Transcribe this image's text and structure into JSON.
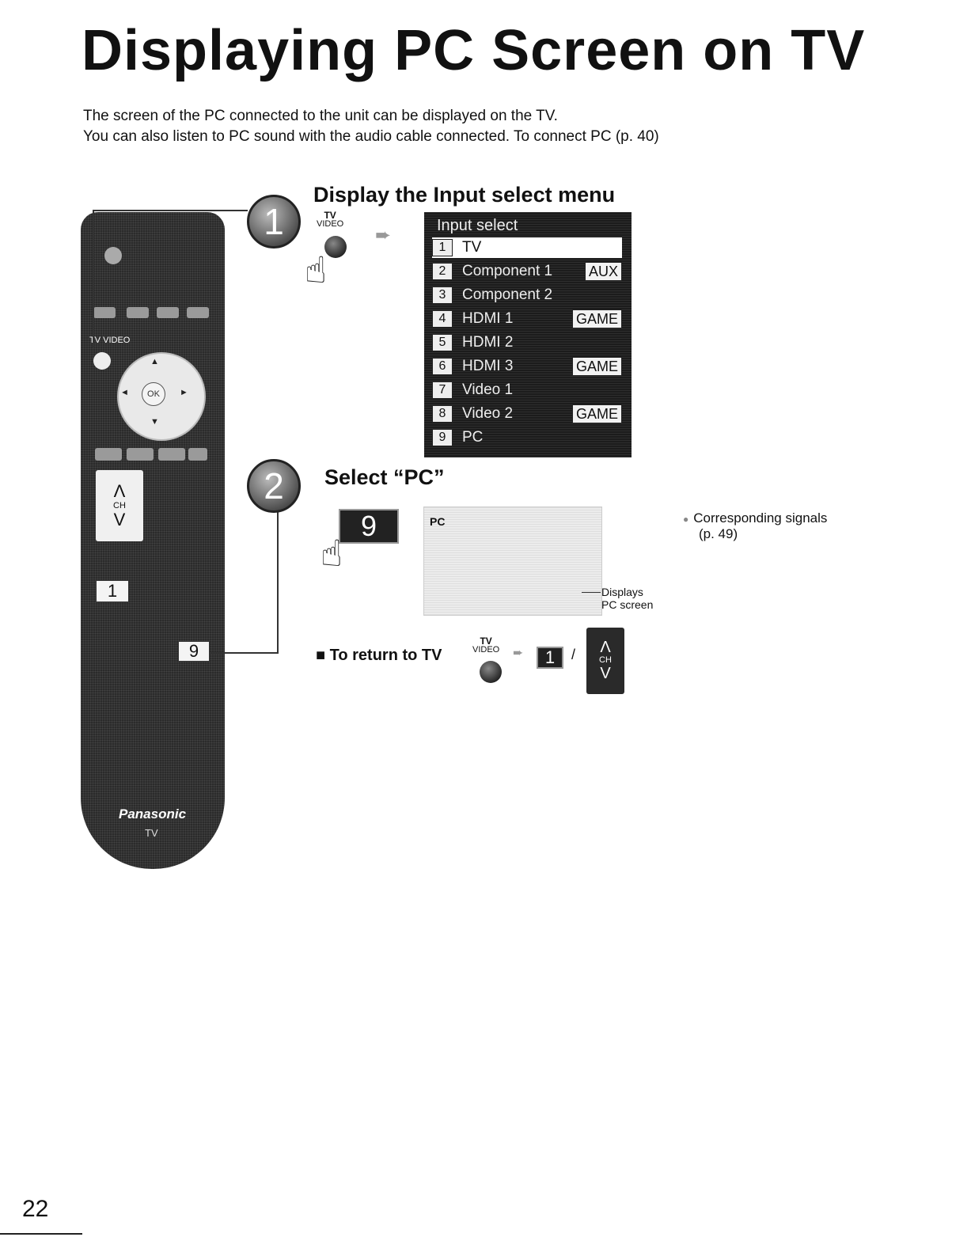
{
  "title": "Displaying PC Screen on TV",
  "intro": [
    "The screen of the PC connected to the unit can be displayed on the TV.",
    "You can also listen to PC sound with the audio cable connected. To connect PC (p. 40)"
  ],
  "steps": [
    {
      "number": "1",
      "title": "Display the Input select menu"
    },
    {
      "number": "2",
      "title": "Select “PC”"
    }
  ],
  "remote": {
    "tv_video_label": "TV VIDEO",
    "ok_label": "OK",
    "ch_label": "CH",
    "ch_up": "Λ",
    "ch_down": "V",
    "key_1": "1",
    "key_9": "9",
    "brand": "Panasonic",
    "model_label": "TV"
  },
  "tv_video_button": {
    "top": "TV",
    "bottom": "VIDEO"
  },
  "input_select": {
    "title": "Input select",
    "items": [
      {
        "num": "1",
        "label": "TV",
        "tag": "",
        "selected": true
      },
      {
        "num": "2",
        "label": "Component 1",
        "tag": "AUX"
      },
      {
        "num": "3",
        "label": "Component 2",
        "tag": ""
      },
      {
        "num": "4",
        "label": "HDMI 1",
        "tag": "GAME"
      },
      {
        "num": "5",
        "label": "HDMI 2",
        "tag": ""
      },
      {
        "num": "6",
        "label": "HDMI 3",
        "tag": "GAME"
      },
      {
        "num": "7",
        "label": "Video 1",
        "tag": ""
      },
      {
        "num": "8",
        "label": "Video 2",
        "tag": "GAME"
      },
      {
        "num": "9",
        "label": "PC",
        "tag": ""
      }
    ]
  },
  "step2": {
    "key": "9",
    "screen_label": "PC",
    "callout": [
      "Displays",
      "PC screen"
    ],
    "note": [
      "Corresponding signals",
      "(p. 49)"
    ]
  },
  "return_to_tv": {
    "label": "To return to TV",
    "key": "1",
    "separator": "/",
    "ch_label": "CH",
    "ch_up": "Λ",
    "ch_down": "V"
  },
  "page_number": "22"
}
